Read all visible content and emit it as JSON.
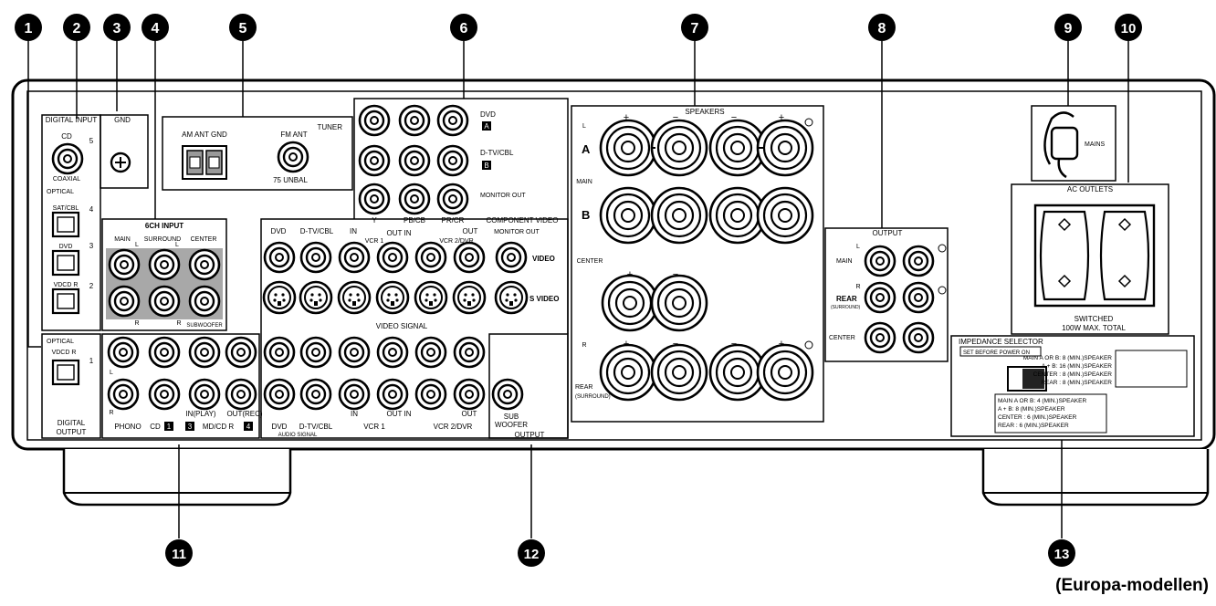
{
  "callouts": [
    "1",
    "2",
    "3",
    "4",
    "5",
    "6",
    "7",
    "8",
    "9",
    "10",
    "11",
    "12",
    "13"
  ],
  "caption": "(Europa-modellen)",
  "digital_input": {
    "title": "DIGITAL INPUT",
    "cd": "CD",
    "coaxial": "COAXIAL",
    "optical": "OPTICAL",
    "sat_cbl": "SAT/CBL",
    "dvd": "DVD",
    "vdcd_r_in": "VDCD R",
    "n5": "5",
    "n4": "4",
    "n3": "3",
    "n2": "2"
  },
  "digital_output": {
    "optical": "OPTICAL",
    "vdcd_r": "VDCD R",
    "n1": "1",
    "title_line1": "DIGITAL",
    "title_line2": "OUTPUT"
  },
  "gnd": "GND",
  "tuner": {
    "title": "TUNER",
    "am": "AM ANT GND",
    "fm": "FM ANT",
    "fm_sub": "75 UNBAL"
  },
  "six_ch": {
    "title": "6CH INPUT",
    "main": "MAIN",
    "surround": "SURROUND",
    "center": "CENTER",
    "subwoofer": "SUBWOOFER",
    "l": "L",
    "r": "R"
  },
  "component": {
    "dvd": "DVD",
    "dvd_badge": "A",
    "dtv": "D-TV/CBL",
    "dtv_badge": "B",
    "monitor_out": "MONITOR OUT",
    "y": "Y",
    "pbcb": "PB/CB",
    "prcr": "PR/CR",
    "title": "COMPONENT VIDEO"
  },
  "video_signal": {
    "dvd": "DVD",
    "dtv": "D-TV/CBL",
    "in": "IN",
    "out_in": "OUT IN",
    "vcr1": "VCR 1",
    "vcr2dvr": "VCR 2/DVR",
    "out": "OUT",
    "monitor_out": "MONITOR OUT",
    "video": "VIDEO",
    "s_video": "S VIDEO",
    "title": "VIDEO SIGNAL",
    "audio_signal": "AUDIO SIGNAL"
  },
  "audio_inputs": {
    "phono": "PHONO",
    "cd": "CD",
    "cd_n": "1",
    "in_play": "IN(PLAY)",
    "md_cdr": "MD/CD R",
    "md_n": "3",
    "out_rec": "OUT(REC)",
    "out_n": "4"
  },
  "subwoofer": {
    "label1": "SUB",
    "label2": "WOOFER",
    "output": "OUTPUT"
  },
  "speakers": {
    "title": "SPEAKERS",
    "a": "A",
    "b": "B",
    "main": "MAIN",
    "center": "CENTER",
    "rear": "REAR",
    "surround": "(SURROUND)",
    "plus": "+",
    "minus": "−",
    "l": "L",
    "r": "R"
  },
  "output": {
    "title": "OUTPUT",
    "main": "MAIN",
    "rear": "REAR",
    "surround": "(SURROUND)",
    "center": "CENTER",
    "l": "L",
    "r": "R"
  },
  "mains": "MAINS",
  "ac_outlets": {
    "title": "AC OUTLETS",
    "switched": "SWITCHED",
    "rating": "100W MAX. TOTAL"
  },
  "impedance": {
    "title": "IMPEDANCE SELECTOR",
    "sub": "SET BEFORE POWER ON",
    "r1": "MAIN A OR B: 8  (MIN.)SPEAKER",
    "r2": "A + B: 16  (MIN.)SPEAKER",
    "r3": "CENTER  : 8  (MIN.)SPEAKER",
    "r4": "REAR  : 8  (MIN.)SPEAKER",
    "l1": "MAIN A OR B: 4  (MIN.)SPEAKER",
    "l2": "A + B: 8  (MIN.)SPEAKER",
    "l3": "CENTER  : 6  (MIN.)SPEAKER",
    "l4": "REAR  : 6  (MIN.)SPEAKER"
  }
}
